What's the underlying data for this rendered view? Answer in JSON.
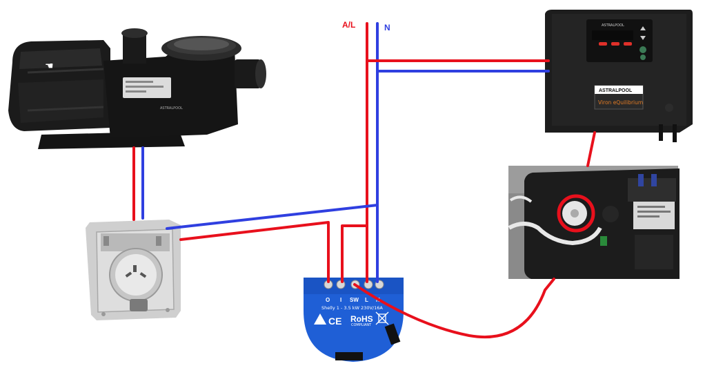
{
  "labels": {
    "live": "A/L",
    "neutral": "N"
  },
  "controller": {
    "brand": "ASTRALPOOL",
    "product": "Viron eQuilibrium",
    "display_brand": "ASTRALPOOL"
  },
  "pump": {
    "brand": "ASTRALPOOL"
  },
  "relay": {
    "terminals": [
      "O",
      "I",
      "SW",
      "L",
      "N"
    ],
    "model": "Shelly 1 - 3.5 kW 230V/16A",
    "cert_ce": "CE",
    "cert_rohs": "RoHS",
    "cert_rohs_sub": "COMPLIANT"
  },
  "colors": {
    "live_wire": "#e8101c",
    "neutral_wire": "#2f3fe0",
    "relay_body": "#1f5fd6",
    "highlight_circle": "#e8101c"
  }
}
